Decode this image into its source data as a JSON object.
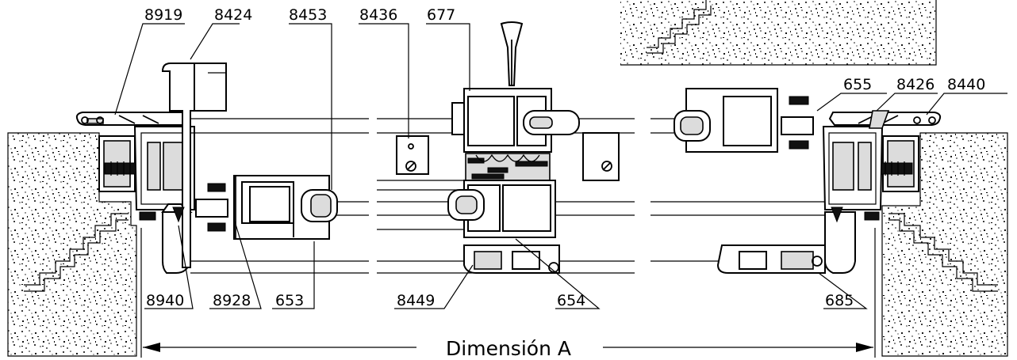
{
  "labels": {
    "top": [
      "8919",
      "8424",
      "8453",
      "8436",
      "677",
      "655",
      "8426",
      "8440"
    ],
    "bottom": [
      "8940",
      "8928",
      "653",
      "8449",
      "654",
      "685"
    ]
  },
  "dimension": {
    "label": "Dimensión A"
  }
}
